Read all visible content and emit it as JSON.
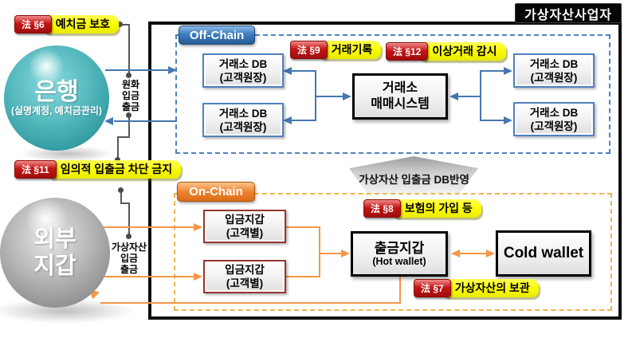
{
  "title": "가상자산사업자",
  "bank": {
    "name": "은행",
    "subtitle": "(실명계정, 예치금관리)"
  },
  "external_wallet": {
    "name": "외부\n지갑"
  },
  "flows": {
    "krw": "원화\n입금\n출금",
    "crypto": "가상자산\n입금\n출금",
    "db_reflect": "가상자산 입출금 DB반영"
  },
  "law_tags": {
    "l6": {
      "badge": "法 §6",
      "text": "예치금 보호"
    },
    "l11": {
      "badge": "法 §11",
      "text": "임의적 입출금\n차단 금지"
    },
    "l9": {
      "badge": "法 §9",
      "text": "거래기록"
    },
    "l12": {
      "badge": "法 §12",
      "text": "이상거래 감시"
    },
    "l8": {
      "badge": "法 §8",
      "text": "보험의 가입 등"
    },
    "l7": {
      "badge": "法 §7",
      "text": "가상자산의 보관"
    }
  },
  "offchain": {
    "banner": "Off-Chain",
    "db_box": "거래소 DB\n(고객원장)",
    "trading_system": "거래소\n매매시스템"
  },
  "onchain": {
    "banner": "On-Chain",
    "deposit_wallet": "입금지갑\n(고객별)",
    "withdraw_wallet": {
      "title": "출금지갑",
      "subtitle": "(Hot wallet)"
    },
    "cold_wallet": "Cold wallet"
  },
  "colors": {
    "offchain_accent": "#4f81bd",
    "onchain_accent": "#f79646",
    "law_tag_yellow": "#fafa00",
    "law_badge_red": "#c41616",
    "bank_teal": "#54b8bd",
    "wallet_gray": "#8f8f8f",
    "box_border_black": "#000000",
    "deposit_border_red": "#943634"
  }
}
